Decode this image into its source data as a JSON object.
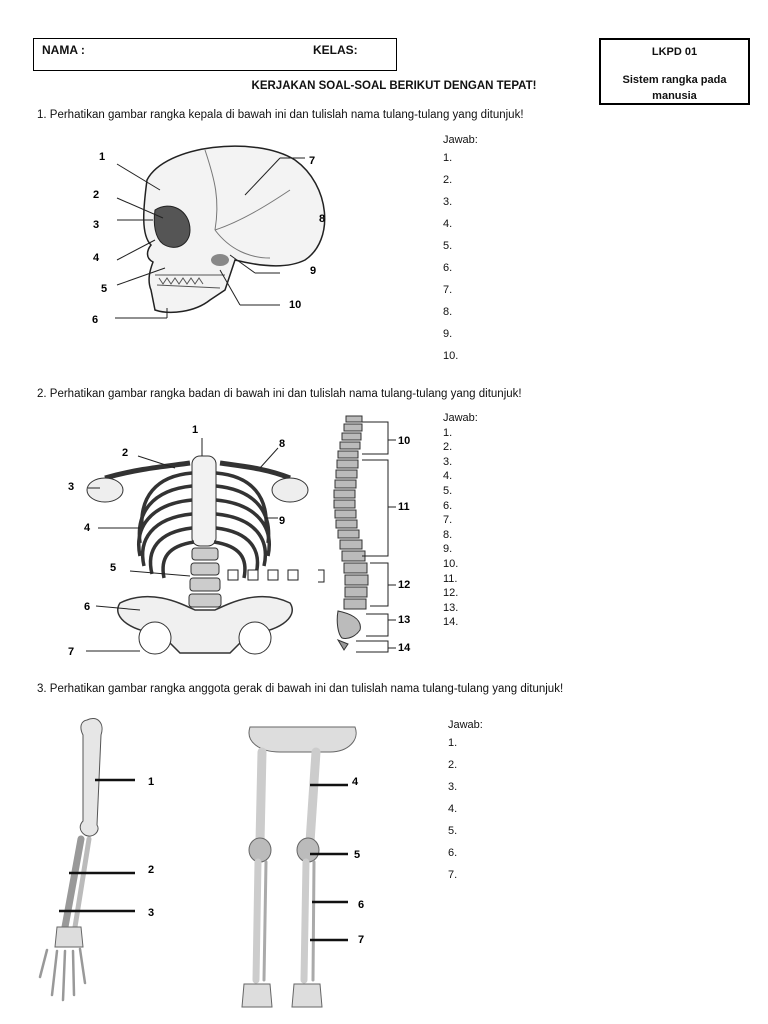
{
  "header": {
    "nama_label": "NAMA  :",
    "kelas_label": "KELAS:",
    "code": "LKPD 01",
    "subtitle": "Sistem rangka pada manusia"
  },
  "instruction": "KERJAKAN SOAL-SOAL BERIKUT DENGAN TEPAT!",
  "q1": {
    "text": "1.  Perhatikan gambar rangka kepala di bawah ini dan tulislah nama tulang-tulang yang ditunjuk!",
    "jawab": "Jawab:",
    "answers": [
      "1.",
      "2.",
      "3.",
      "4.",
      "5.",
      "6.",
      "7.",
      "8.",
      "9.",
      "10."
    ],
    "labels": [
      "1",
      "2",
      "3",
      "4",
      "5",
      "6",
      "7",
      "8",
      "9",
      "10"
    ]
  },
  "q2": {
    "text": "2.  Perhatikan gambar rangka badan di bawah ini dan tulislah nama tulang-tulang yang ditunjuk!",
    "jawab": "Jawab:",
    "answers": [
      "1.",
      "2.",
      "3.",
      "4.",
      "5.",
      "6.",
      "7.",
      "8.",
      "9.",
      "10.",
      "11.",
      "12.",
      "13.",
      "14."
    ],
    "labels": [
      "1",
      "2",
      "3",
      "4",
      "5",
      "6",
      "7",
      "8",
      "9",
      "10",
      "11",
      "12",
      "13",
      "14"
    ]
  },
  "q3": {
    "text": "3.  Perhatikan gambar rangka anggota gerak di bawah ini dan tulislah nama tulang-tulang yang ditunjuk!",
    "jawab": "Jawab:",
    "answers": [
      "1.",
      "2.",
      "3.",
      "4.",
      "5.",
      "6.",
      "7."
    ],
    "labels": [
      "1",
      "2",
      "3",
      "4",
      "5",
      "6",
      "7"
    ]
  }
}
